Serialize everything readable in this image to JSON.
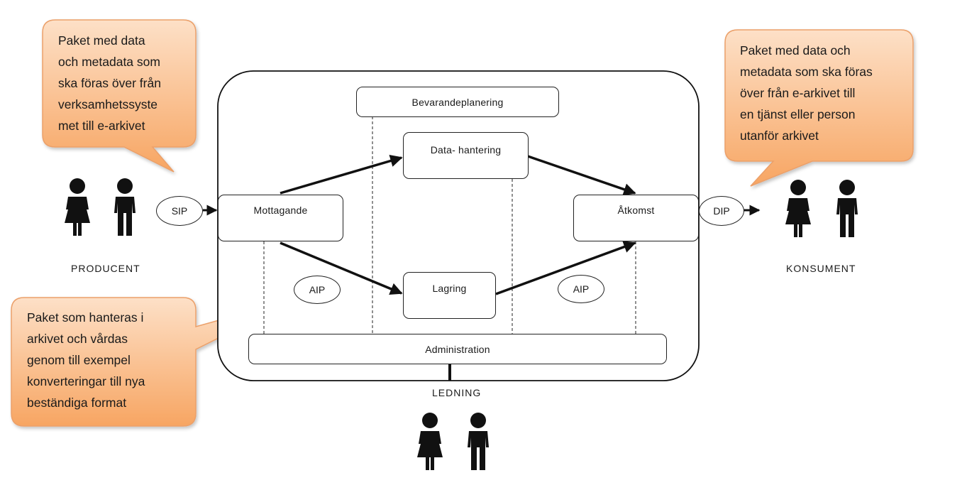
{
  "colors": {
    "bubble_fill": "#f9b87f",
    "bubble_border": "#eba06a",
    "line": "#111111"
  },
  "callouts": {
    "producer": "Paket med data\noch metadata som\nska föras över från\nverksamhetssyste\nmet till  e-arkivet",
    "consumer": "Paket med data och\nmetadata som ska föras\növer från e-arkivet till\nen tjänst eller person\nutanför arkivet",
    "aip": "Paket som hanteras i\narkivet och vårdas\ngenom till exempel\nkonverteringar till nya\nbeständiga format"
  },
  "functions": {
    "preservation_planning": "Bevarandeplanering",
    "data_management": "Data- hantering",
    "ingest": "Mottagande",
    "access": "Åtkomst",
    "storage": "Lagring",
    "administration": "Administration"
  },
  "packages": {
    "sip": "SIP",
    "dip": "DIP",
    "aip_left": "AIP",
    "aip_right": "AIP"
  },
  "roles": {
    "producer": "PRODUCENT",
    "consumer": "KONSUMENT",
    "management": "LEDNING"
  },
  "icons": {
    "woman": "woman-icon",
    "man": "man-icon"
  }
}
